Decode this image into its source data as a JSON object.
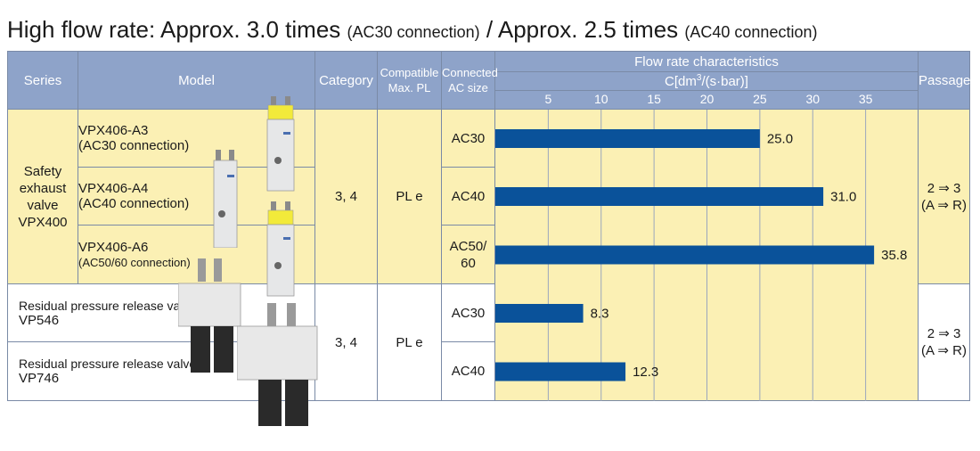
{
  "title": {
    "main1": "High flow rate: Approx. 3.0 times ",
    "sub1": "(AC30 connection)",
    "sep": " / Approx. 2.5 times ",
    "sub2": "(AC40 connection)"
  },
  "table": {
    "headers": {
      "series": "Series",
      "model": "Model",
      "category": "Category",
      "compatible_line1": "Compatible",
      "compatible_line2": "Max. PL",
      "connected_line1": "Connected",
      "connected_line2": "AC size",
      "flow_title": "Flow rate characteristics",
      "flow_unit_pre": "C[dm",
      "flow_unit_sup": "3",
      "flow_unit_post": "/(s·bar)]",
      "passage": "Passage"
    },
    "groups": [
      {
        "series": [
          "Safety",
          "exhaust",
          "valve",
          "VPX400"
        ],
        "category": "3, 4",
        "pl": "PL e",
        "passage": [
          "2 ⇒ 3",
          "(A ⇒ R)"
        ],
        "models": [
          {
            "name": "VPX406-A3",
            "sub": "(AC30 connection)"
          },
          {
            "name": "VPX406-A4",
            "sub": "(AC40 connection)"
          },
          {
            "name": "VPX406-A6",
            "sub": "(AC50/60 connection)"
          }
        ],
        "ac": [
          [
            "AC30"
          ],
          [
            "AC40"
          ],
          [
            "AC50/",
            "60"
          ]
        ]
      },
      {
        "category": "3, 4",
        "pl": "PL e",
        "passage": [
          "2 ⇒ 3",
          "(A ⇒ R)"
        ],
        "models": [
          {
            "name": "Residual pressure release valve",
            "sub": "VP546"
          },
          {
            "name": "Residual pressure release valve",
            "sub": "VP746"
          }
        ],
        "ac": [
          [
            "AC30"
          ],
          [
            "AC40"
          ]
        ]
      }
    ]
  },
  "chart_data": {
    "type": "bar",
    "orientation": "horizontal",
    "title": "Flow rate characteristics",
    "xlabel": "C[dm3/(s·bar)]",
    "xlim": [
      0,
      40
    ],
    "xticks": [
      5,
      10,
      15,
      20,
      25,
      30,
      35
    ],
    "grid": true,
    "bar_color": "#0a529a",
    "categories": [
      "VPX406-A3",
      "VPX406-A4",
      "VPX406-A6",
      "VP546",
      "VP746"
    ],
    "values": [
      25.0,
      31.0,
      35.8,
      8.3,
      12.3
    ],
    "value_labels": [
      "25.0",
      "31.0",
      "35.8",
      "8.3",
      "12.3"
    ]
  }
}
